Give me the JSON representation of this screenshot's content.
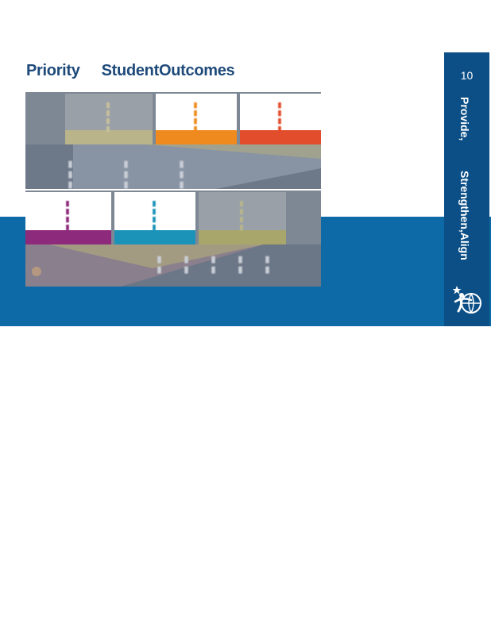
{
  "slide": {
    "title_part1": "Priority",
    "title_part2": "StudentOutcomes",
    "page_number": "10",
    "side_banner": {
      "line1": "Provide,",
      "line2": "Strengthen,Align"
    }
  },
  "icons": {
    "logo": "star-figure-globe-logo"
  },
  "colors": {
    "title": "#1e4a7a",
    "band": "#0d6aa6",
    "side_banner": "#0b4f86",
    "orange": "#ef8a1e",
    "red": "#e24d2c",
    "purple": "#8e2a7c",
    "teal": "#1b93b8",
    "olive": "#a8a66a"
  }
}
